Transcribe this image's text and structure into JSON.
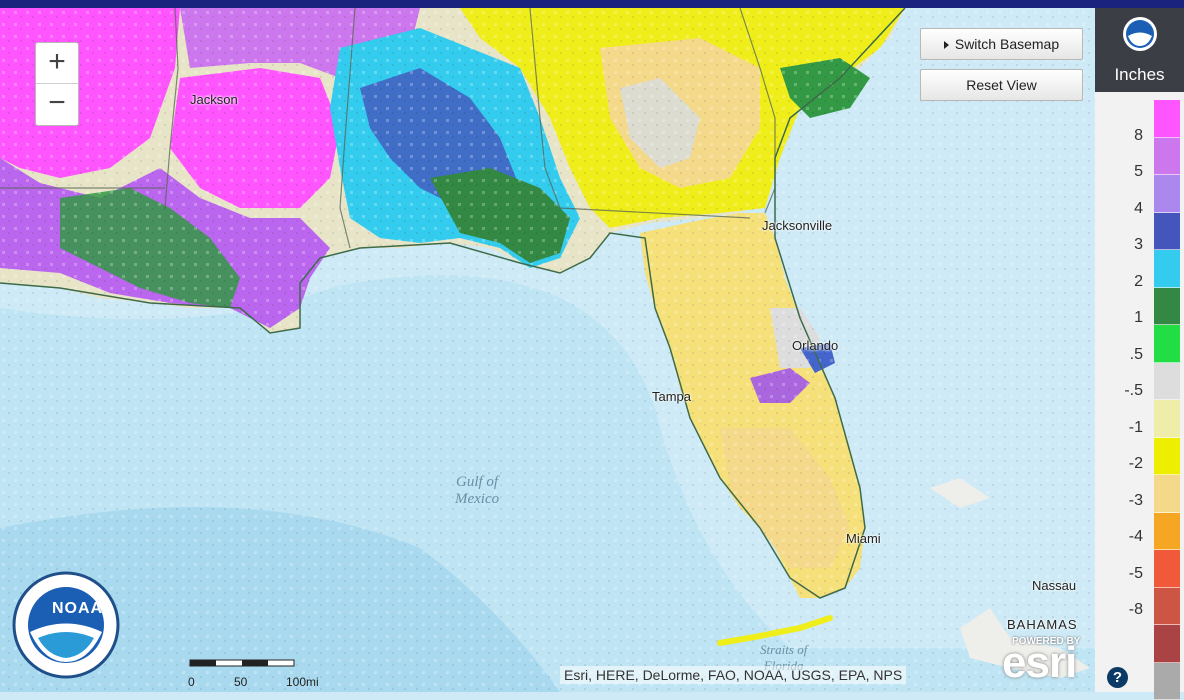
{
  "legend": {
    "title": "Inches",
    "labels": [
      "8",
      "5",
      "4",
      "3",
      "2",
      "1",
      ".5",
      "-.5",
      "-1",
      "-2",
      "-3",
      "-4",
      "-5",
      "-8"
    ],
    "colors": [
      "#ff55ff",
      "#cc77ee",
      "#aa88ee",
      "#4455bb",
      "#33ccee",
      "#338844",
      "#22dd44",
      "#dddddd",
      "#eeeeaa",
      "#eeee00",
      "#f5d98a",
      "#f5a623",
      "#f05a3a",
      "#cc5544",
      "#aa4444",
      "#aaaaaa"
    ]
  },
  "buttons": {
    "switch_basemap": "Switch Basemap",
    "reset_view": "Reset View"
  },
  "zoom": {
    "in": "+",
    "out": "−"
  },
  "attribution": "Esri, HERE, DeLorme, FAO, NOAA, USGS, EPA, NPS",
  "esri": {
    "powered_by": "POWERED BY",
    "brand": "esri"
  },
  "scale": {
    "ticks": [
      "0",
      "50",
      "100mi"
    ]
  },
  "noaa": {
    "label": "NOAA"
  },
  "help": "?",
  "places": {
    "jackson": "Jackson",
    "jacksonville": "Jacksonville",
    "orlando": "Orlando",
    "tampa": "Tampa",
    "miami": "Miami",
    "nassau": "Nassau",
    "bahamas": "BAHAMAS",
    "gulf": "Gulf of\nMexico",
    "straits": "Straits of\nFlorida"
  }
}
